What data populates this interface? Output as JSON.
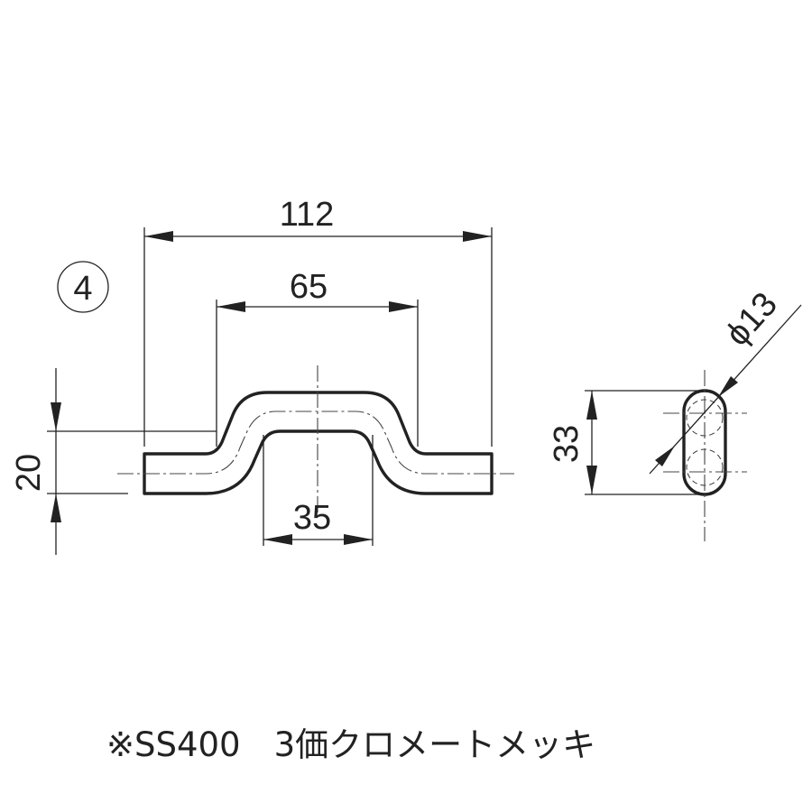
{
  "part_number": "4",
  "dimensions": {
    "overall_length": "112",
    "hump_width": "65",
    "inner_width": "35",
    "height": "20",
    "side_height": "33",
    "diameter": "ϕ13"
  },
  "note": "※SS400　3価クロメートメッキ"
}
